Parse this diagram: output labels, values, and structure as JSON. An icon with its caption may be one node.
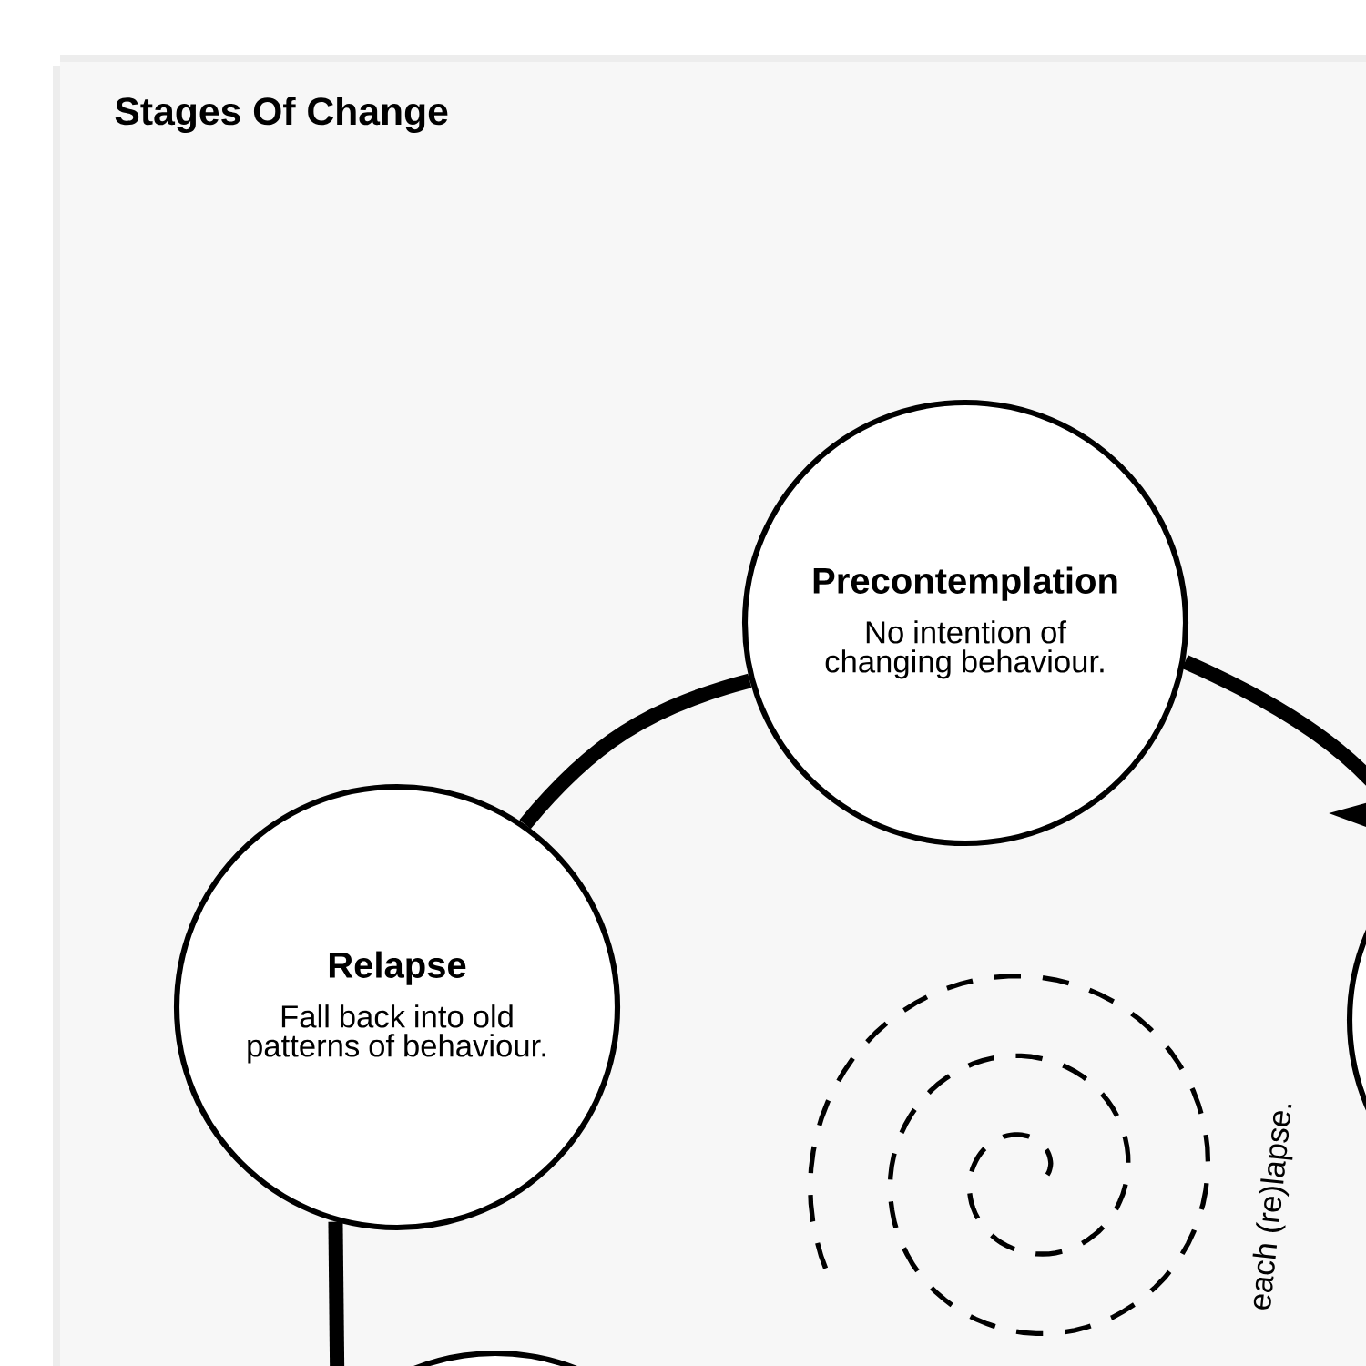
{
  "diagram": {
    "title": "Stages Of Change",
    "nodes": [
      {
        "text": [
          "Precontemplation",
          "No intention of changing behaviour."
        ]
      },
      {
        "text": [
          "Relapse",
          "Fall back into old patterns of behaviour."
        ]
      },
      {
        "text": [],
        "shape": "circle"
      },
      {
        "text": [],
        "shape": "circle"
      }
    ],
    "edges": [
      {
        "from": 1,
        "to": 0,
        "arrow": "none"
      },
      {
        "from": 0,
        "to": 2,
        "arrow": "to"
      },
      {
        "from": 3,
        "to": 1,
        "arrow": "none"
      }
    ],
    "labels": [
      "each (re)lapse."
    ]
  }
}
